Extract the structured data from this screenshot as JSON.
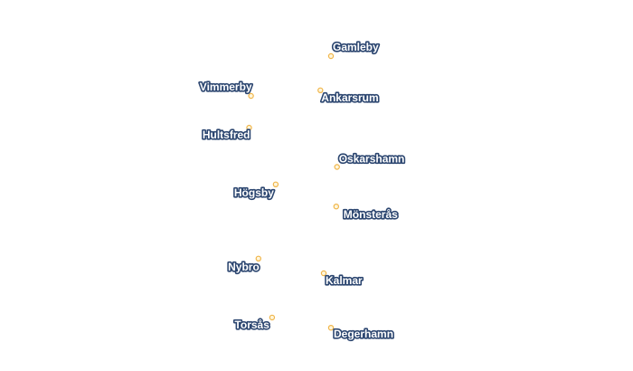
{
  "map": {
    "marker_fill": "#fff6dc",
    "marker_stroke": "#f0b54a",
    "label_fill": "#ffffff",
    "label_halo": "#2c4670",
    "towns": [
      {
        "id": "gamleby",
        "name": "Gamleby",
        "lat": 57.894,
        "lon": 16.406
      },
      {
        "id": "vimmerby",
        "name": "Vimmerby",
        "lat": 57.668,
        "lon": 15.855
      },
      {
        "id": "ankarsrum",
        "name": "Ankarsrum",
        "lat": 57.7,
        "lon": 16.333
      },
      {
        "id": "hultsfred",
        "name": "Hultsfred",
        "lat": 57.488,
        "lon": 15.842
      },
      {
        "id": "oskarshamn",
        "name": "Oskarshamn",
        "lat": 57.265,
        "lon": 16.448
      },
      {
        "id": "hogsby",
        "name": "Högsby",
        "lat": 57.166,
        "lon": 16.025
      },
      {
        "id": "monsteras",
        "name": "Mönsterås",
        "lat": 57.041,
        "lon": 16.442
      },
      {
        "id": "nybro",
        "name": "Nybro",
        "lat": 56.745,
        "lon": 15.906
      },
      {
        "id": "kalmar",
        "name": "Kalmar",
        "lat": 56.662,
        "lon": 16.356
      },
      {
        "id": "torsas",
        "name": "Torsås",
        "lat": 56.411,
        "lon": 16.0
      },
      {
        "id": "degerhamn",
        "name": "Degerhamn",
        "lat": 56.353,
        "lon": 16.406
      }
    ]
  }
}
